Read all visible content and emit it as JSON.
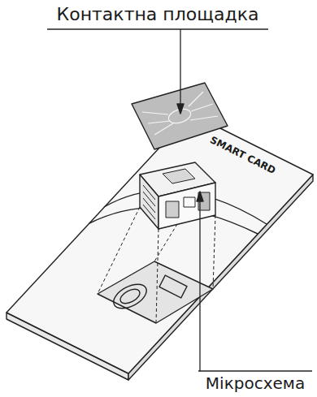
{
  "diagram": {
    "labels": [
      "Контактна площадка",
      "SMART CARD",
      "Мікросхема"
    ]
  }
}
